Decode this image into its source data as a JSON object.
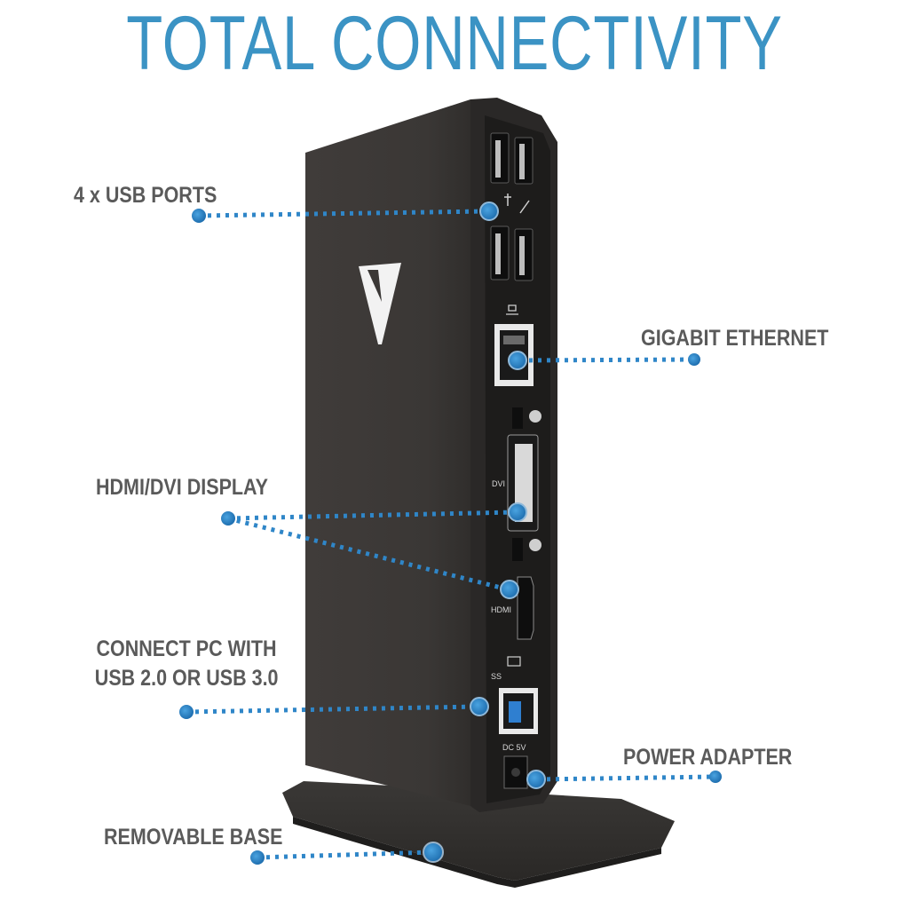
{
  "title": "TOTAL CONNECTIVITY",
  "labels": {
    "usb_ports": "4 x USB PORTS",
    "gigabit_ethernet": "GIGABIT ETHERNET",
    "hdmi_dvi": "HDMI/DVI DISPLAY",
    "connect_pc_line1": "CONNECT PC WITH",
    "connect_pc_line2": "USB 2.0 OR USB 3.0",
    "power_adapter": "POWER ADAPTER",
    "removable_base": "REMOVABLE BASE"
  },
  "device_text": {
    "dvi": "DVI",
    "hdmi": "HDMI",
    "ss": "SS",
    "dc": "DC 5V"
  },
  "colors": {
    "title": "#3b93c4",
    "label": "#5a5a5a",
    "dot_line": "#2f86c8",
    "device_body": "#3a3735",
    "device_edge": "#1c1b1a",
    "usb3_blue": "#2f7fd0"
  }
}
